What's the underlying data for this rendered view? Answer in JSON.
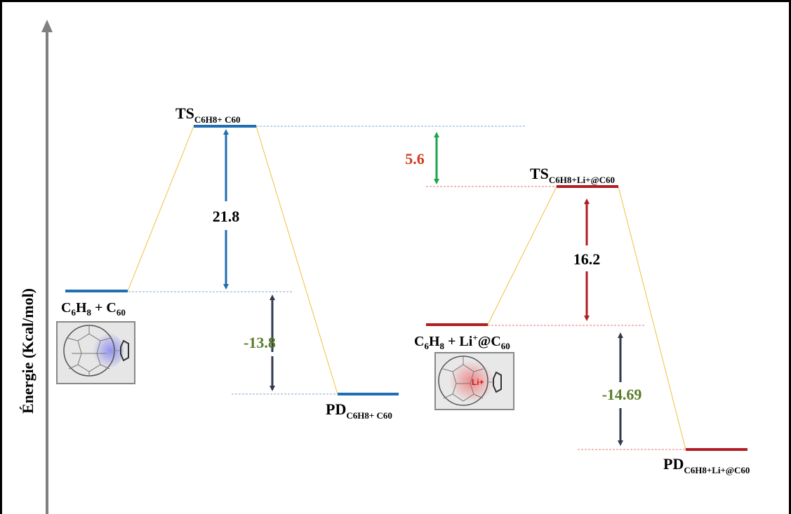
{
  "colors": {
    "blue": "#1f6fb2",
    "red": "#b01e24",
    "connector": "#f0c040",
    "dark_arrow": "#2f3a4d",
    "green_arrow": "#1aa64a",
    "green_text": "#5a7d2a",
    "red_text": "#d23a1e",
    "axis": "#808080"
  },
  "axis": {
    "label": "Énergie (Kcal/mol)"
  },
  "levels": {
    "react_c60": {
      "main": "C",
      "parts": [
        "6",
        "H",
        "8",
        " + C",
        "60"
      ]
    },
    "ts_c60": {
      "main": "TS",
      "sub": "C6H8+ C60"
    },
    "pd_c60": {
      "main": "PD",
      "sub": "C6H8+ C60"
    },
    "react_li": {
      "main": "C",
      "parts": [
        "6",
        "H",
        "8",
        " + Li",
        "+",
        "@C",
        "60"
      ]
    },
    "ts_li": {
      "main": "TS",
      "sub": "C6H8+Li+@C60"
    },
    "pd_li": {
      "main": "PD",
      "sub": "C6H8+Li+@C60"
    }
  },
  "values": {
    "barrier_c60": "21.8",
    "reaction_c60": "-13.8",
    "barrier_li": "16.2",
    "reaction_li": "-14.69",
    "barrier_diff": "5.6"
  },
  "images": {
    "li_label": "Li+"
  }
}
